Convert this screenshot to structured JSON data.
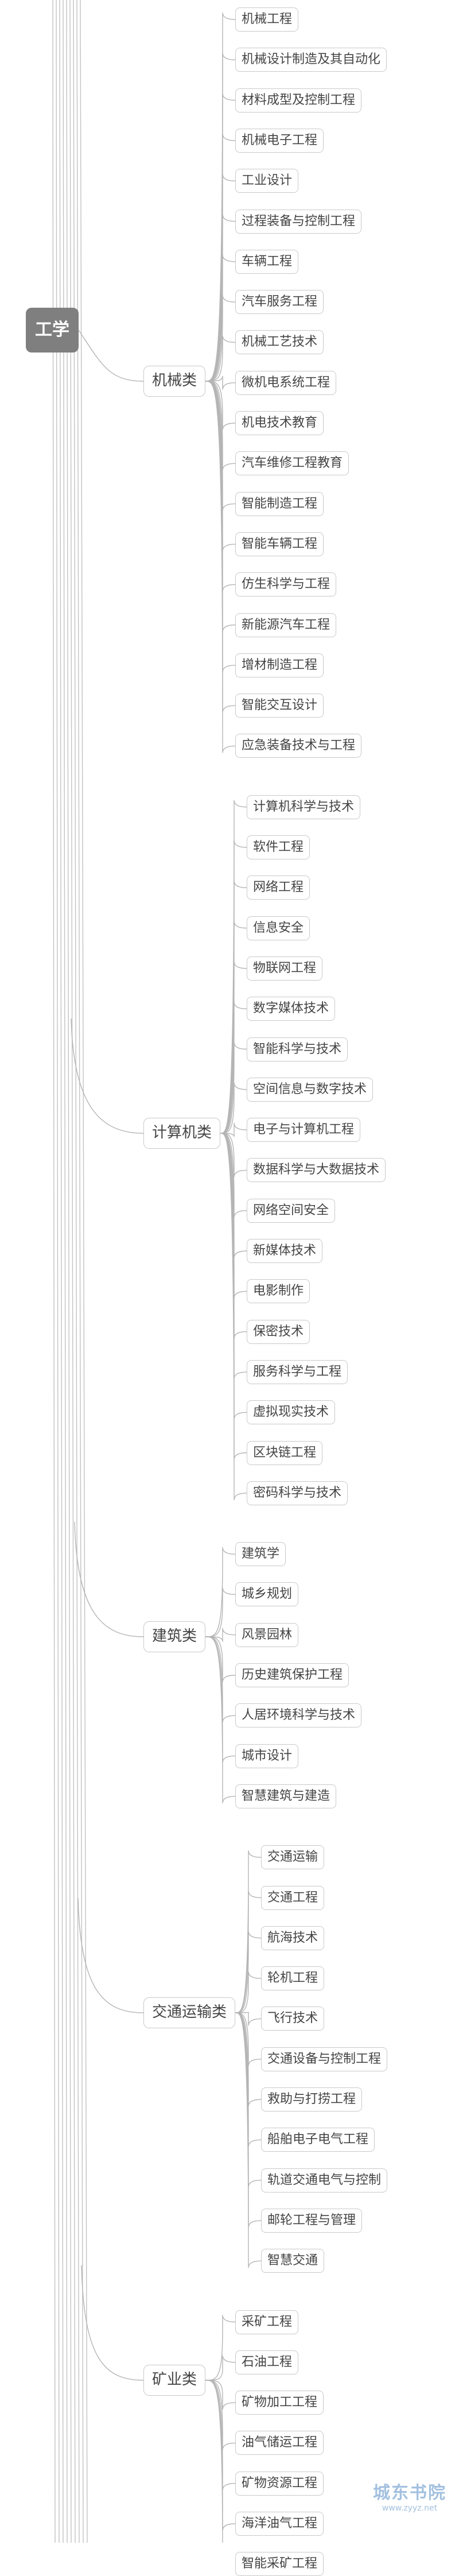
{
  "root": {
    "label": "工学"
  },
  "categories": [
    {
      "name": "机械类",
      "majors": [
        "机械工程",
        "机械设计制造及其自动化",
        "材料成型及控制工程",
        "机械电子工程",
        "工业设计",
        "过程装备与控制工程",
        "车辆工程",
        "汽车服务工程",
        "机械工艺技术",
        "微机电系统工程",
        "机电技术教育",
        "汽车维修工程教育",
        "智能制造工程",
        "智能车辆工程",
        "仿生科学与工程",
        "新能源汽车工程",
        "增材制造工程",
        "智能交互设计",
        "应急装备技术与工程"
      ]
    },
    {
      "name": "计算机类",
      "majors": [
        "计算机科学与技术",
        "软件工程",
        "网络工程",
        "信息安全",
        "物联网工程",
        "数字媒体技术",
        "智能科学与技术",
        "空间信息与数字技术",
        "电子与计算机工程",
        "数据科学与大数据技术",
        "网络空间安全",
        "新媒体技术",
        "电影制作",
        "保密技术",
        "服务科学与工程",
        "虚拟现实技术",
        "区块链工程",
        "密码科学与技术"
      ]
    },
    {
      "name": "建筑类",
      "majors": [
        "建筑学",
        "城乡规划",
        "风景园林",
        "历史建筑保护工程",
        "人居环境科学与技术",
        "城市设计",
        "智慧建筑与建造"
      ]
    },
    {
      "name": "交通运输类",
      "majors": [
        "交通运输",
        "交通工程",
        "航海技术",
        "轮机工程",
        "飞行技术",
        "交通设备与控制工程",
        "救助与打捞工程",
        "船舶电子电气工程",
        "轨道交通电气与控制",
        "邮轮工程与管理",
        "智慧交通"
      ]
    },
    {
      "name": "矿业类",
      "majors": [
        "采矿工程",
        "石油工程",
        "矿物加工工程",
        "油气储运工程",
        "矿物资源工程",
        "海洋油气工程",
        "智能采矿工程"
      ]
    }
  ],
  "watermark": {
    "title": "城东书院",
    "sub": "www.zyyz.net"
  }
}
